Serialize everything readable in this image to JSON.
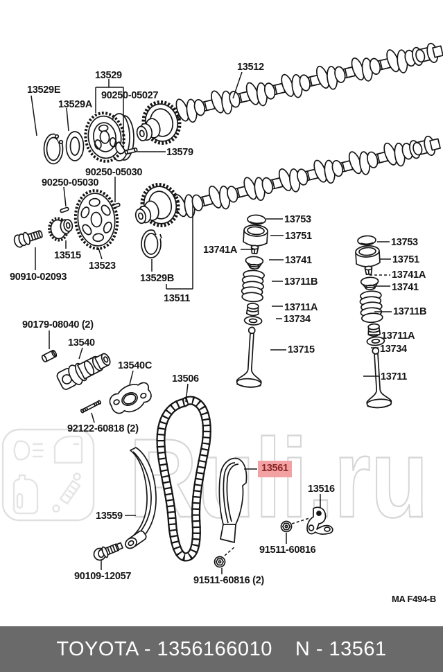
{
  "watermark": {
    "text": "Ruli.ru",
    "logo_icons": [
      "headlight-icon",
      "car-door-icon",
      "oil-canister-icon",
      "shock-absorber-icon"
    ]
  },
  "diagram": {
    "title_hint": "Toyota camshaft & valve parts diagram",
    "drawing_code": "MA F494-B",
    "highlighted_part": "13561"
  },
  "labels": [
    {
      "id": "13529",
      "text": "13529"
    },
    {
      "id": "90250-05027",
      "text": "90250-05027"
    },
    {
      "id": "13529E",
      "text": "13529E"
    },
    {
      "id": "13529A",
      "text": "13529A"
    },
    {
      "id": "13512",
      "text": "13512"
    },
    {
      "id": "13579",
      "text": "13579"
    },
    {
      "id": "90250-05030-a",
      "text": "90250-05030"
    },
    {
      "id": "90250-05030-b",
      "text": "90250-05030"
    },
    {
      "id": "13515",
      "text": "13515"
    },
    {
      "id": "13523",
      "text": "13523"
    },
    {
      "id": "90910-02093",
      "text": "90910-02093"
    },
    {
      "id": "13529B",
      "text": "13529B"
    },
    {
      "id": "13511",
      "text": "13511"
    },
    {
      "id": "13753-mid",
      "text": "13753"
    },
    {
      "id": "13751-mid",
      "text": "13751"
    },
    {
      "id": "13741A-mid",
      "text": "13741A"
    },
    {
      "id": "13741-mid",
      "text": "13741"
    },
    {
      "id": "13711B-mid",
      "text": "13711B"
    },
    {
      "id": "13711A-mid",
      "text": "13711A"
    },
    {
      "id": "13734-mid",
      "text": "13734"
    },
    {
      "id": "13715",
      "text": "13715"
    },
    {
      "id": "13753-right",
      "text": "13753"
    },
    {
      "id": "13751-right",
      "text": "13751"
    },
    {
      "id": "13741A-right",
      "text": "13741A"
    },
    {
      "id": "13741-right",
      "text": "13741"
    },
    {
      "id": "13711B-right",
      "text": "13711B"
    },
    {
      "id": "13711A-right",
      "text": "13711A"
    },
    {
      "id": "13734-right",
      "text": "13734"
    },
    {
      "id": "13711",
      "text": "13711"
    },
    {
      "id": "90179-08040",
      "text": "90179-08040 (2)"
    },
    {
      "id": "13540",
      "text": "13540"
    },
    {
      "id": "13540C",
      "text": "13540C"
    },
    {
      "id": "13506",
      "text": "13506"
    },
    {
      "id": "92122-60818",
      "text": "92122-60818 (2)"
    },
    {
      "id": "13559",
      "text": "13559"
    },
    {
      "id": "13561",
      "text": "13561"
    },
    {
      "id": "13516",
      "text": "13516"
    },
    {
      "id": "91511-60816",
      "text": "91511-60816"
    },
    {
      "id": "91511-60816-2",
      "text": "91511-60816 (2)"
    },
    {
      "id": "90109-12057",
      "text": "90109-12057"
    }
  ],
  "footer": {
    "left_text": "TOYOTA - 1356166010",
    "catalog_text": "N - 13561"
  },
  "colors": {
    "highlight_bg": "#f2a2a2",
    "highlight_fg": "#8a2626",
    "footer_bg": "#6a6a6a",
    "line": "#151515",
    "watermark": "#d6d6d6"
  }
}
